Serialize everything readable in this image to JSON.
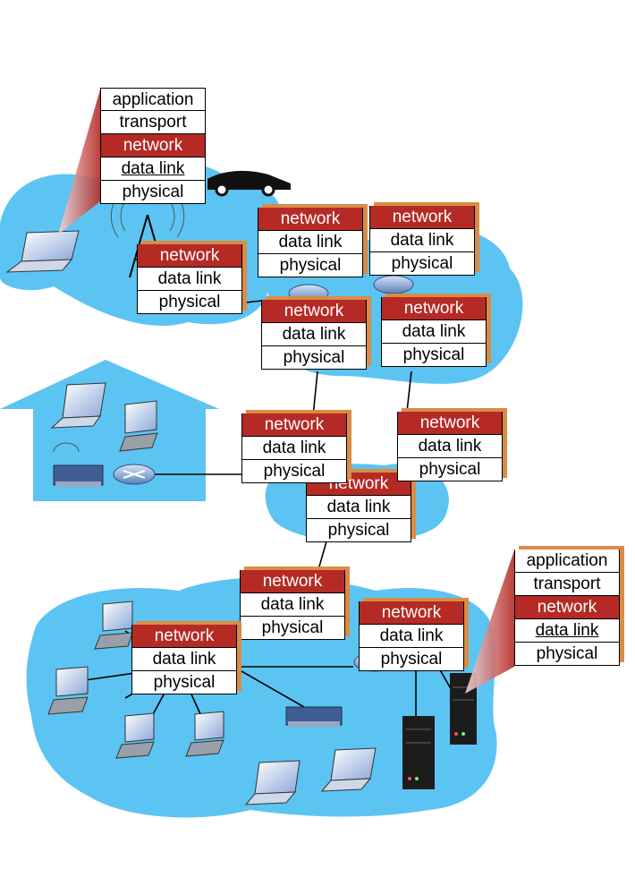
{
  "layers": {
    "application": "application",
    "transport": "transport",
    "network": "network",
    "data_link": "data link",
    "physical": "physical"
  },
  "colors": {
    "cloud": "#5bc4f2",
    "network_layer": "#b52a25",
    "stack_shadow": "#d98c45",
    "link": "#000000"
  },
  "icons": [
    "laptop-icon",
    "desktop-icon",
    "router-icon",
    "wireless-router-icon",
    "server-icon",
    "cell-tower-icon",
    "car-icon",
    "house-icon"
  ]
}
